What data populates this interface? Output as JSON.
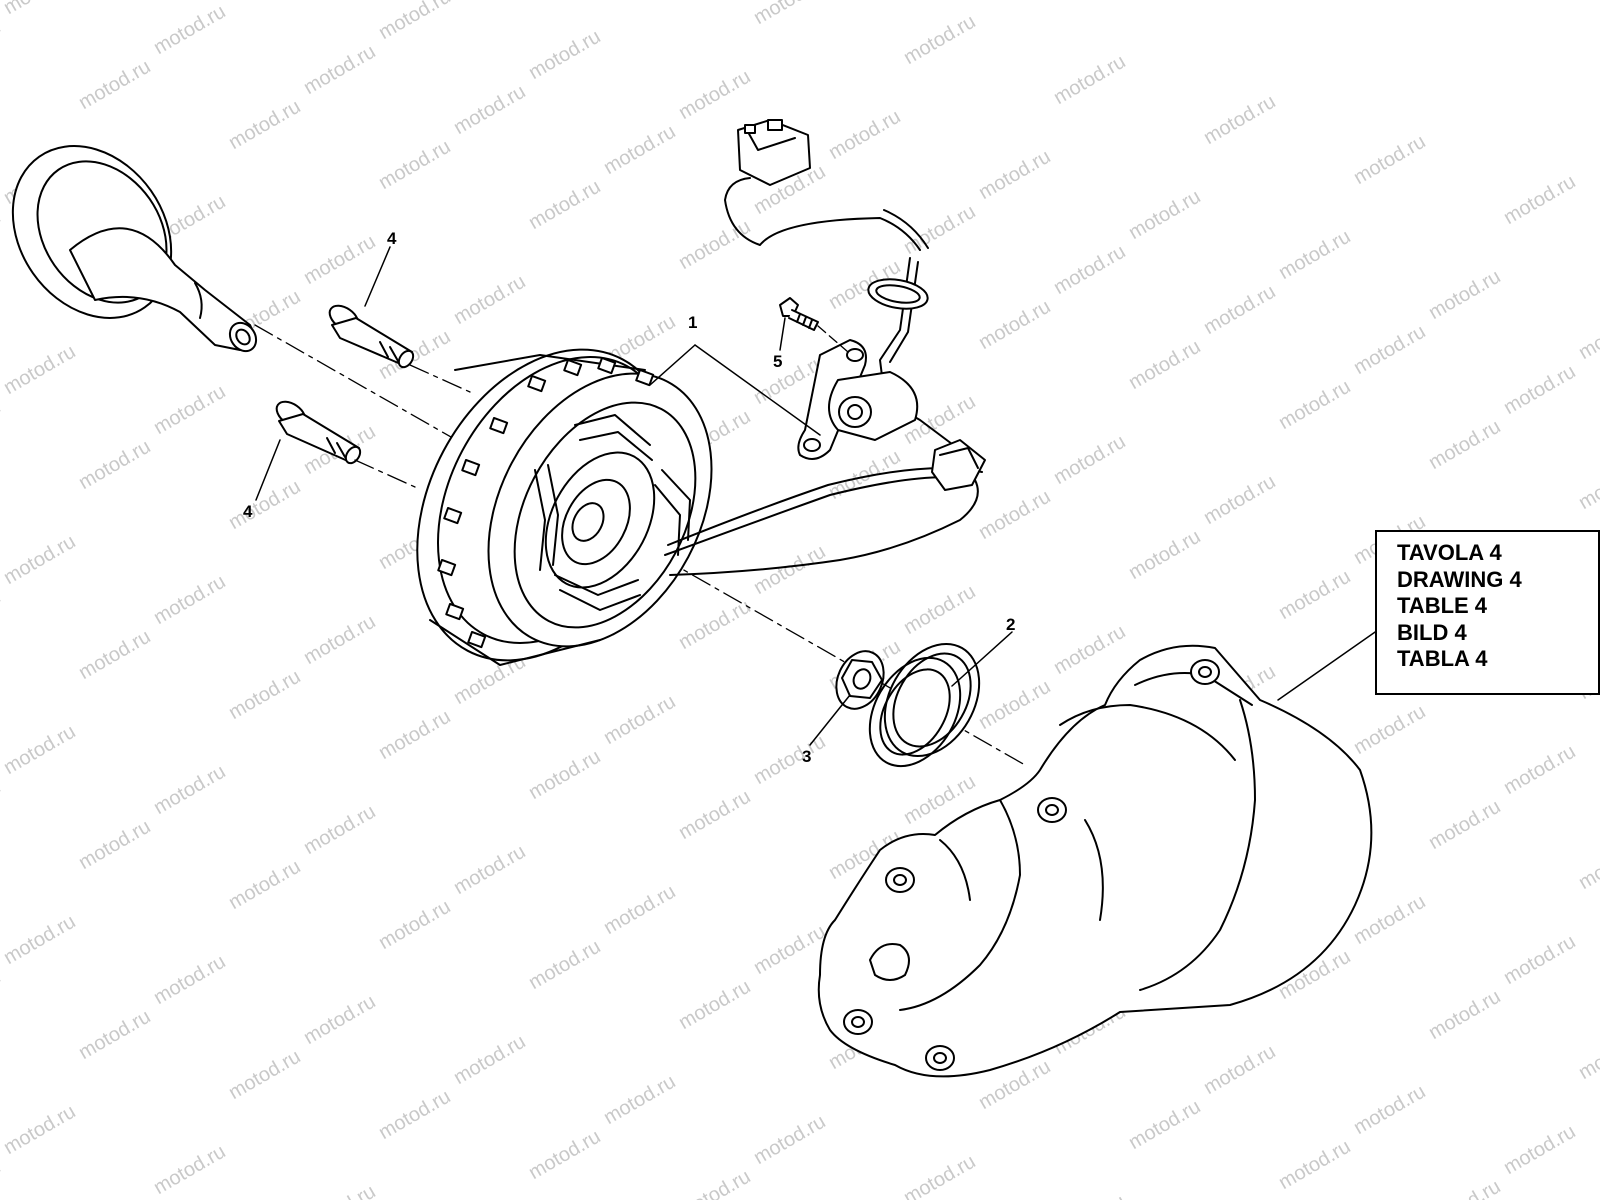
{
  "watermark": {
    "text": "motod.ru"
  },
  "callouts": {
    "c1": "1",
    "c2": "2",
    "c3": "3",
    "c4_top": "4",
    "c4_bottom": "4",
    "c5": "5"
  },
  "legend": {
    "lines": [
      "TAVOLA 4",
      "DRAWING 4",
      "TABLE 4",
      "BILD 4",
      "TABLA 4"
    ]
  },
  "colors": {
    "line": "#000000",
    "watermark": "#c9c9c9",
    "background": "#ffffff"
  }
}
